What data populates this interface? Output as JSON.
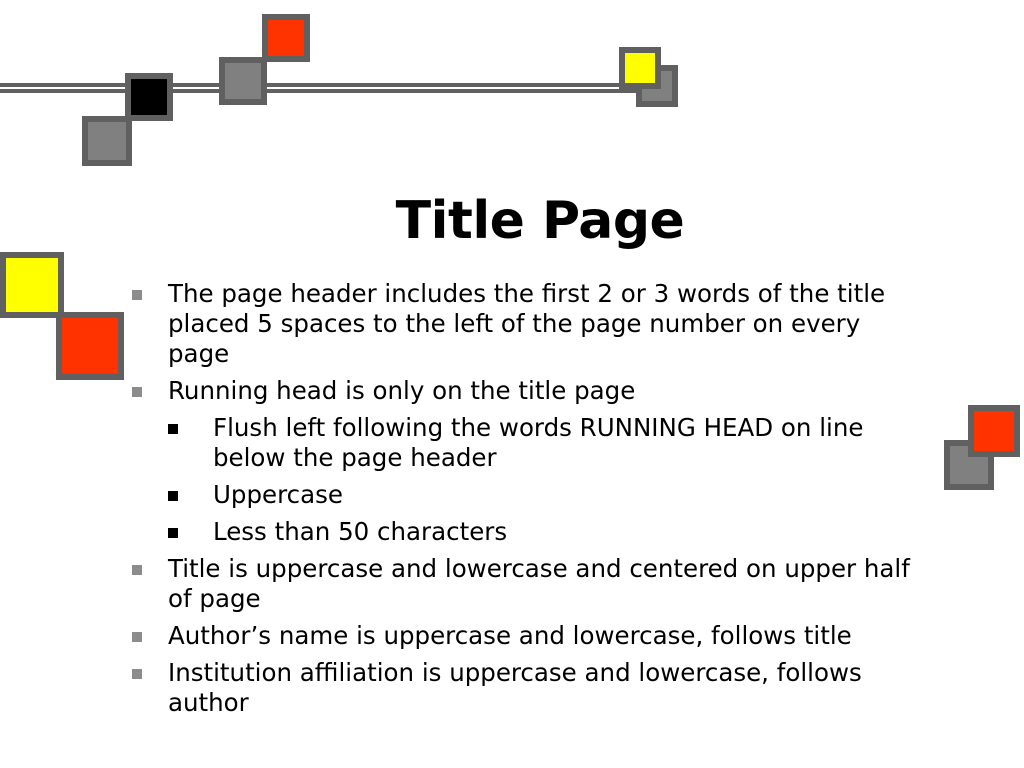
{
  "slide": {
    "title": "Title Page",
    "bullets": [
      {
        "text": "The page header includes the first 2 or 3 words of the title placed 5 spaces to the left of the page number on every page"
      },
      {
        "text": "Running head is only on the title page",
        "sub": [
          "Flush left following the words RUNNING HEAD on line below the page header",
          "Uppercase",
          "Less than 50 characters"
        ]
      },
      {
        "text": "Title is uppercase and lowercase and centered on upper half of page"
      },
      {
        "text": "Author’s name is uppercase and lowercase, follows title"
      },
      {
        "text": "Institution affiliation is uppercase and lowercase, follows author"
      }
    ]
  },
  "colors": {
    "red": "#ff3300",
    "yellow": "#ffff00",
    "gray": "#808080",
    "black": "#000000",
    "border": "#606060"
  }
}
